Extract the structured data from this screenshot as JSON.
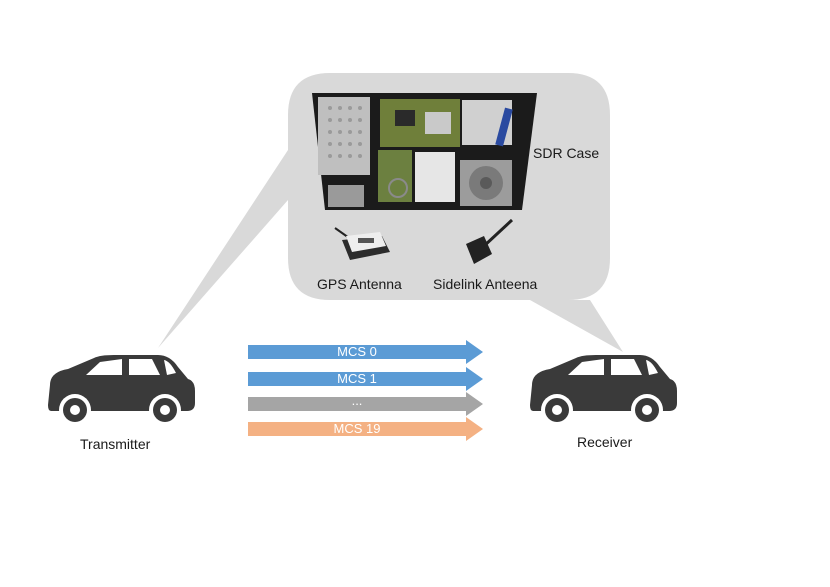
{
  "labels": {
    "sdr_case": "SDR Case",
    "gps_antenna": "GPS Antenna",
    "sidelink_antenna": "Sidelink Anteena",
    "transmitter": "Transmitter",
    "receiver": "Receiver"
  },
  "mcs_arrows": [
    {
      "label": "MCS 0",
      "color": "#5b9bd5"
    },
    {
      "label": "MCS 1",
      "color": "#5b9bd5"
    },
    {
      "label": "...",
      "color": "#a5a5a5"
    },
    {
      "label": "MCS 19",
      "color": "#f4b183"
    }
  ],
  "colors": {
    "callout": "#d9d9d9",
    "car": "#3a3a3a"
  }
}
